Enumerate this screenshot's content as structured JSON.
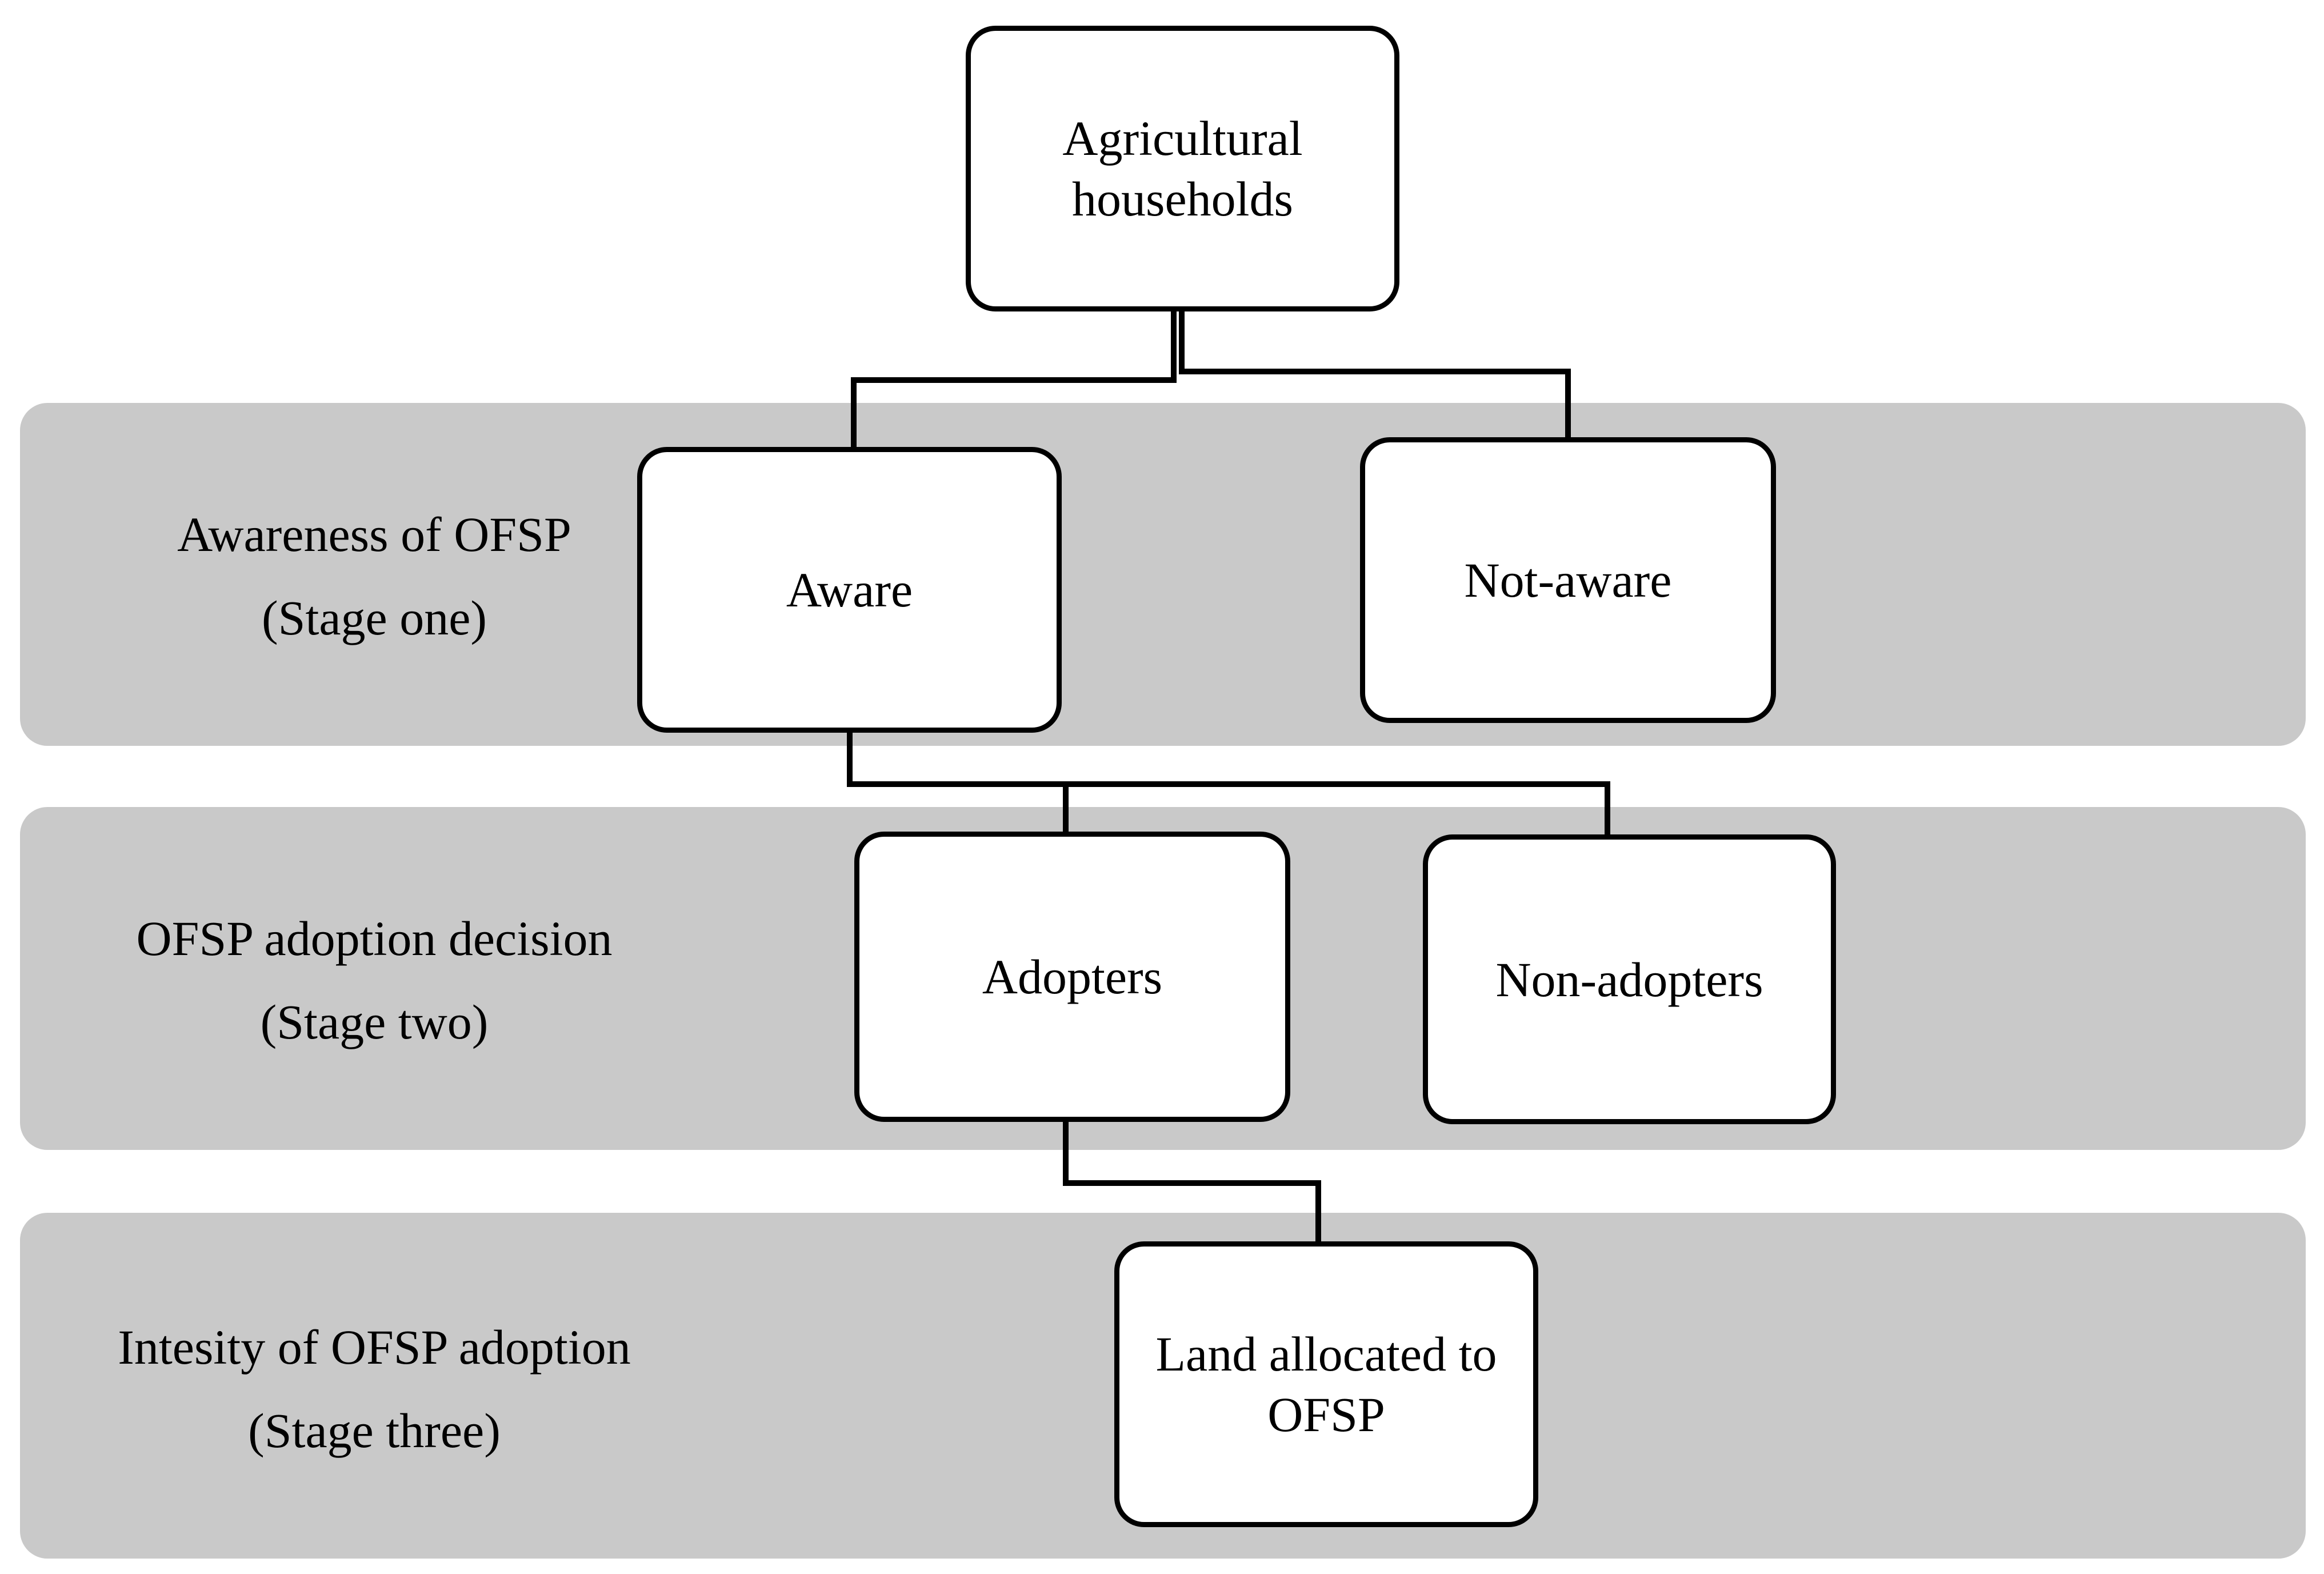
{
  "figure": {
    "background_color": "#ffffff",
    "band_color": "#c9c9c9",
    "line_color": "#000000",
    "box_fill_color": "#ffffff",
    "root_box": {
      "line1": "Agricultural",
      "line2": "households"
    },
    "stage1": {
      "label_line1": "Awareness of OFSP",
      "label_line2": "(Stage one)",
      "box1": "Aware",
      "box2": "Not-aware"
    },
    "stage2": {
      "label_line1": "OFSP adoption decision",
      "label_line2": "(Stage two)",
      "box1": "Adopters",
      "box2": "Non-adopters"
    },
    "stage3": {
      "label_line1": "Intesity of OFSP adoption",
      "label_line2": "(Stage three)",
      "box1_line1": "Land allocated to",
      "box1_line2": "OFSP"
    }
  }
}
